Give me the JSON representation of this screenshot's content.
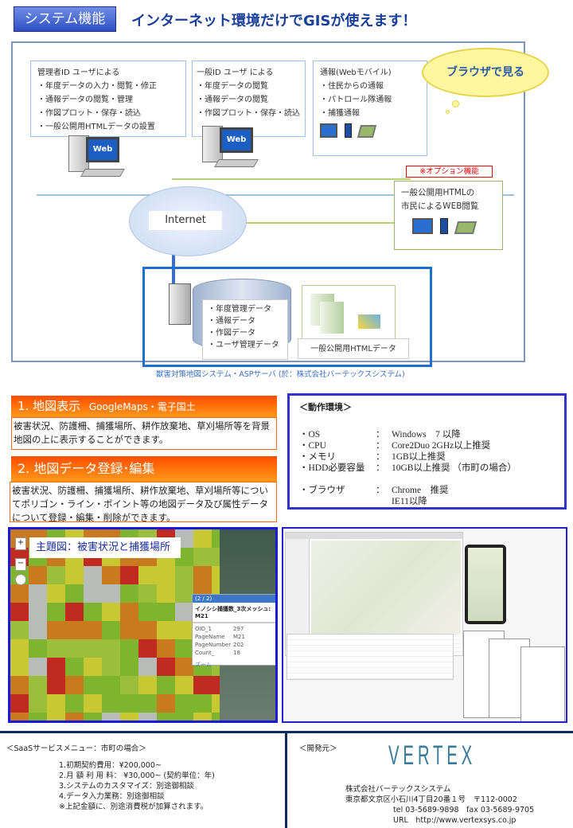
{
  "header": {
    "badge": "システム機能",
    "headline": "インターネット環境だけでGISが使えます！"
  },
  "diagram": {
    "admin_box": {
      "title": "管理者ID ユーザによる",
      "items": [
        "・年度データの入力・閲覧・修正",
        "・通報データの閲覧・管理",
        "・作図プロット・保存・読込",
        "・一般公開用HTMLデータの設置"
      ]
    },
    "user_box": {
      "title": "一般ID ユーザ による",
      "items": [
        "・年度データの閲覧",
        "・通報データの閲覧",
        "・作図プロット・保存・読込"
      ]
    },
    "report_box": {
      "title": "通報(Webモバイル)",
      "items": [
        "・住民からの通報",
        "・パトロール隊通報",
        "・捕獲通報"
      ]
    },
    "browser_cloud": "ブラウザで見る",
    "web_label": "Web",
    "option_label": "※オプション機能",
    "public_box": {
      "line1": "一般公開用HTMLの",
      "line2": "市民によるWEB閲覧"
    },
    "internet": "Internet",
    "db_items": [
      "・年度管理データ",
      "・通報データ",
      "・作図データ",
      "・ユーザ管理データ"
    ],
    "html_data": "一般公開用HTMLデータ",
    "server_caption": "獣害対策地図システム・ASPサーバ (於：株式会社バーテックスシステム)"
  },
  "section1": {
    "title": "1. 地図表示",
    "subtitle": "GoogleMaps・電子国土",
    "text": "被害状況、防護柵、捕獲場所、耕作放棄地、草刈場所等を背景地図の上に表示することができます。"
  },
  "section2": {
    "title": "2. 地図データ登録･編集",
    "text": "被害状況、防護柵、捕獲場所、耕作放棄地、草刈場所等についてポリゴン・ライン・ポイント等の地図データ及び属性データについて登録・編集・削除ができます。"
  },
  "env": {
    "title": "＜動作環境＞",
    "rows": [
      {
        "k": "・OS",
        "v": "Windows　7 以降"
      },
      {
        "k": "・CPU",
        "v": "Core2Duo 2GHz以上推奨"
      },
      {
        "k": "・メモリ",
        "v": "1GB以上推奨"
      },
      {
        "k": "・HDD必要容量",
        "v": "10GB以上推奨 （市町の場合）"
      }
    ],
    "browser": {
      "k": "・ブラウザ",
      "v1": "Chrome　推奨",
      "v2": "IE11以降"
    },
    "colon": "："
  },
  "map": {
    "title": "主題図：被害状況と捕獲場所",
    "popup": {
      "header": "(2 / 2)",
      "name": "イノシシ捕獲数_3次メッシュ: M21",
      "fields": [
        [
          "OID_1",
          "297"
        ],
        [
          "PageName",
          "M21"
        ],
        [
          "PageNumber",
          "202"
        ],
        [
          "Count_",
          "18"
        ]
      ],
      "zoom": "ズーム"
    },
    "zoom_in": "+",
    "zoom_out": "−"
  },
  "footer": {
    "saas_title": "＜SaaSサービスメニュー：市町の場合＞",
    "saas_items": [
      "1.初期契約費用：¥200,000~",
      "2.月 額 利 用 料： ¥30,000~ (契約単位：年)",
      "3.システムのカスタマイズ：別途御相談",
      "4.データ入力業務：別途御相談",
      "※上記金額に、別途消費税が加算されます。"
    ],
    "dev_title": "＜開発元＞",
    "logo": "VERTEX",
    "company": "株式会社バーテックスシステム",
    "address": "東京都文京区小石川4丁目20番１号　〒112-0002",
    "tel": "tel 03-5689-9898　fax 03-5689-9705",
    "url": "URL　http://www.vertexsys.co.jp"
  },
  "colors": {
    "accent": "#1a3f9a",
    "orange": "#ff6a1a",
    "env_border": "#3333cc",
    "footer": "#0b2c5c"
  }
}
